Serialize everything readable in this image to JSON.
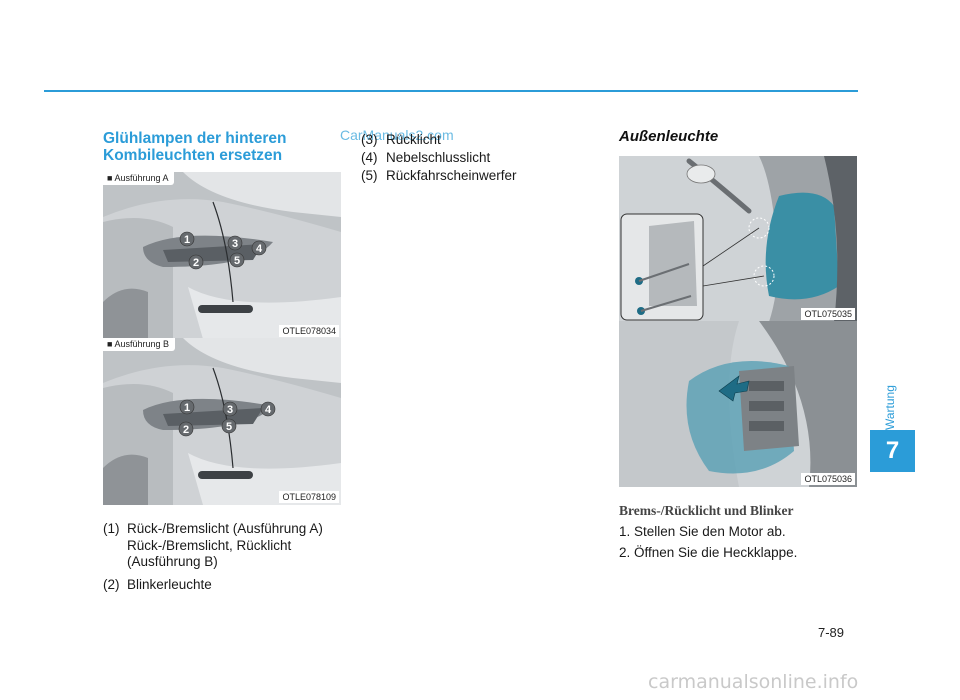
{
  "section_title": [
    "Glühlampen der hinteren",
    "Kombileuchten ersetzen"
  ],
  "watermark_mid": "CarManuals2.com",
  "figures": {
    "a": {
      "tag": "■ Ausführung A",
      "code": "OTLE078034"
    },
    "b": {
      "tag": "■ Ausführung B",
      "code": "OTLE078109"
    },
    "c": {
      "code": "OTL075035"
    },
    "d": {
      "code": "OTL075036"
    }
  },
  "callouts": [
    "1",
    "2",
    "3",
    "4",
    "5"
  ],
  "left_list": [
    {
      "num": "(1)",
      "lines": [
        "Rück-/Bremslicht (Ausführung A)",
        "Rück-/Bremslicht, Rücklicht",
        "(Ausführung B)"
      ]
    },
    {
      "num": "(2)",
      "lines": [
        "Blinkerleuchte"
      ]
    }
  ],
  "mid_list": [
    {
      "num": "(3)",
      "text": "Rücklicht"
    },
    {
      "num": "(4)",
      "text": "Nebelschlusslicht"
    },
    {
      "num": "(5)",
      "text": "Rückfahrscheinwerfer"
    }
  ],
  "sub_heading": "Außenleuchte",
  "serif_subheading": "Brems-/Rücklicht und Blinker",
  "steps": [
    "1. Stellen Sie den Motor ab.",
    "2. Öffnen Sie die Heckklappe."
  ],
  "side_label": "Wartung",
  "chapter": "7",
  "page_number": "7-89",
  "watermark_bottom": "carmanualsonline.info",
  "colors": {
    "accent": "#2b9cd8",
    "lamp_highlight": "#3a8fa5"
  }
}
